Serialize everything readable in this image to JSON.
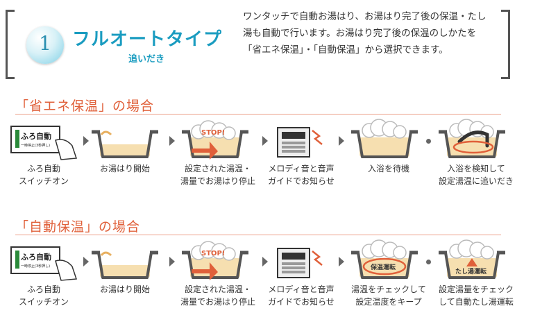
{
  "header": {
    "number": "1",
    "title": "フルオートタイプ",
    "subtitle": "追いだき",
    "description": "ワンタッチで自動お湯はり、お湯はり完了後の保温・たし湯も自動で行います。お湯はり完了後の保温のしかたを「省エネ保温」・「自動保温」から選択できます。"
  },
  "sections": [
    {
      "title": "「省エネ保温」の場合",
      "remote_text": "ふろ自動",
      "remote_sub": "一時停止(3秒押し)",
      "stop_text": "STOP!",
      "steps": [
        {
          "line1": "ふろ自動",
          "line2": "スイッチオン"
        },
        {
          "line1": "お湯はり開始",
          "line2": ""
        },
        {
          "line1": "設定された湯温・",
          "line2": "湯量でお湯はり停止"
        },
        {
          "line1": "メロディ音と音声",
          "line2": "ガイドでお知らせ"
        },
        {
          "line1": "入浴を待機",
          "line2": ""
        },
        {
          "line1": "入浴を検知して",
          "line2": "設定湯温に追いだき"
        }
      ]
    },
    {
      "title": "「自動保温」の場合",
      "remote_text": "ふろ自動",
      "remote_sub": "一時停止(3秒押し)",
      "stop_text": "STOP!",
      "tub_label_5": "保温運転",
      "tub_label_6": "たし湯運転",
      "steps": [
        {
          "line1": "ふろ自動",
          "line2": "スイッチオン"
        },
        {
          "line1": "お湯はり開始",
          "line2": ""
        },
        {
          "line1": "設定された湯温・",
          "line2": "湯量でお湯はり停止"
        },
        {
          "line1": "メロディ音と音声",
          "line2": "ガイドでお知らせ"
        },
        {
          "line1": "湯温をチェックして",
          "line2": "設定温度をキープ"
        },
        {
          "line1": "設定湯量をチェック",
          "line2": "して自動たし湯運転"
        }
      ]
    }
  ],
  "colors": {
    "accent_blue": "#1a9cc0",
    "accent_orange": "#e0603a",
    "water": "#f6dfb0",
    "tub": "#555555"
  }
}
